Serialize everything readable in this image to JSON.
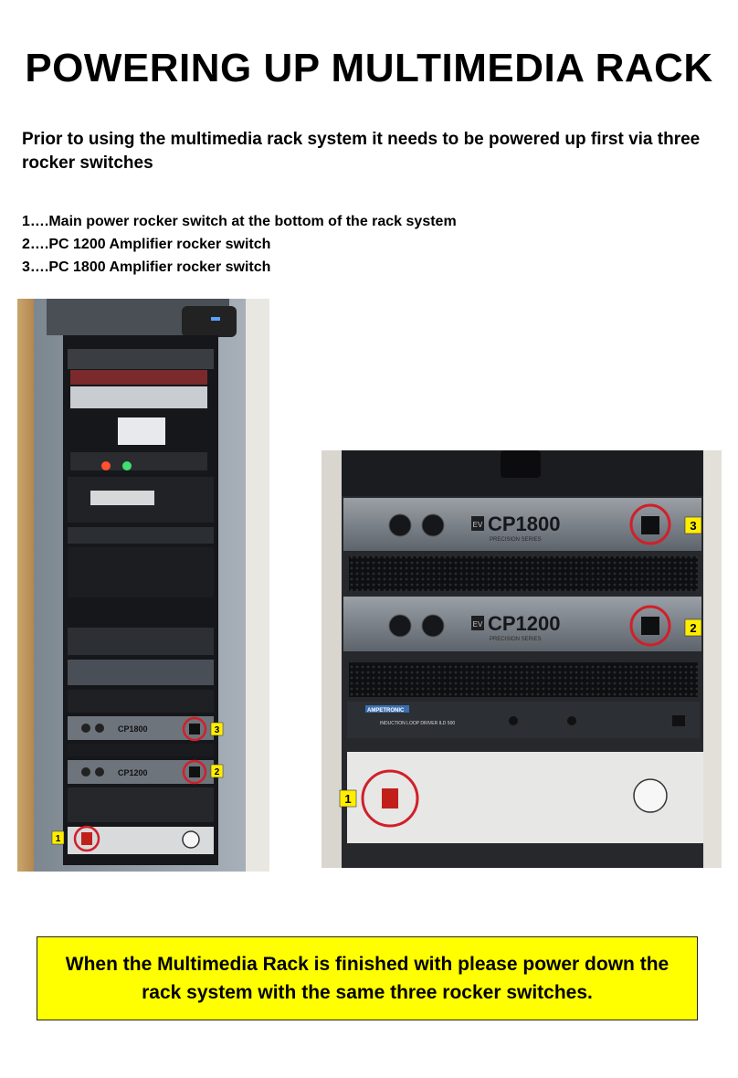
{
  "title": "POWERING UP MULTIMEDIA RACK",
  "intro": "Prior to using the multimedia rack system it needs to be powered up first via three rocker switches",
  "steps": [
    "1….Main power rocker switch at the bottom of the rack system",
    "2….PC 1200 Amplifier rocker switch",
    "3….PC 1800 Amplifier rocker switch"
  ],
  "left_photo": {
    "amp_top_brand": "CP1800",
    "amp_bottom_brand": "CP1200",
    "markers": [
      "3",
      "2",
      "1"
    ]
  },
  "right_photo": {
    "amp_top_brand": "CP1800",
    "amp_top_series": "PRECISION SERIES",
    "amp_bottom_brand": "CP1200",
    "amp_bottom_series": "PRECISION SERIES",
    "ev_logo": "EV",
    "loop_driver_brand": "AMPETRONIC",
    "loop_driver_model": "INDUCTION LOOP DRIVER ILD 500",
    "markers": [
      "3",
      "2",
      "1"
    ]
  },
  "notice": "When the Multimedia Rack is finished with please power down the rack system with the same three rocker switches.",
  "colors": {
    "notice_bg": "#ffff00",
    "callout_circle": "#d0202a",
    "marker_bg": "#ffee00"
  }
}
